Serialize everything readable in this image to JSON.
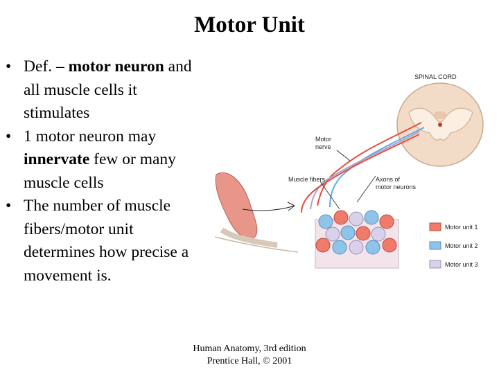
{
  "title": "Motor Unit",
  "bullets": [
    {
      "pre": "Def. – ",
      "bold": "motor neuron",
      "post": " and all muscle cells it stimulates"
    },
    {
      "pre": "1 motor neuron may ",
      "bold": "innervate",
      "post": " few or many muscle cells"
    },
    {
      "pre": "The number of muscle fibers/motor unit determines how precise a movement is.",
      "bold": "",
      "post": ""
    }
  ],
  "figure": {
    "labels": {
      "spinal_cord": "SPINAL CORD",
      "motor_nerve_1": "Motor",
      "motor_nerve_2": "nerve",
      "muscle_fibers": "Muscle fibers",
      "axons_1": "Axons of",
      "axons_2": "motor neurons"
    },
    "legend": [
      {
        "label": "Motor unit 1",
        "color": "#f07b6a"
      },
      {
        "label": "Motor unit 2",
        "color": "#8ec3ea"
      },
      {
        "label": "Motor unit 3",
        "color": "#d9d0ea"
      }
    ]
  },
  "footer": {
    "line1": "Human Anatomy, 3rd edition",
    "line2": "Prentice Hall, © 2001"
  }
}
